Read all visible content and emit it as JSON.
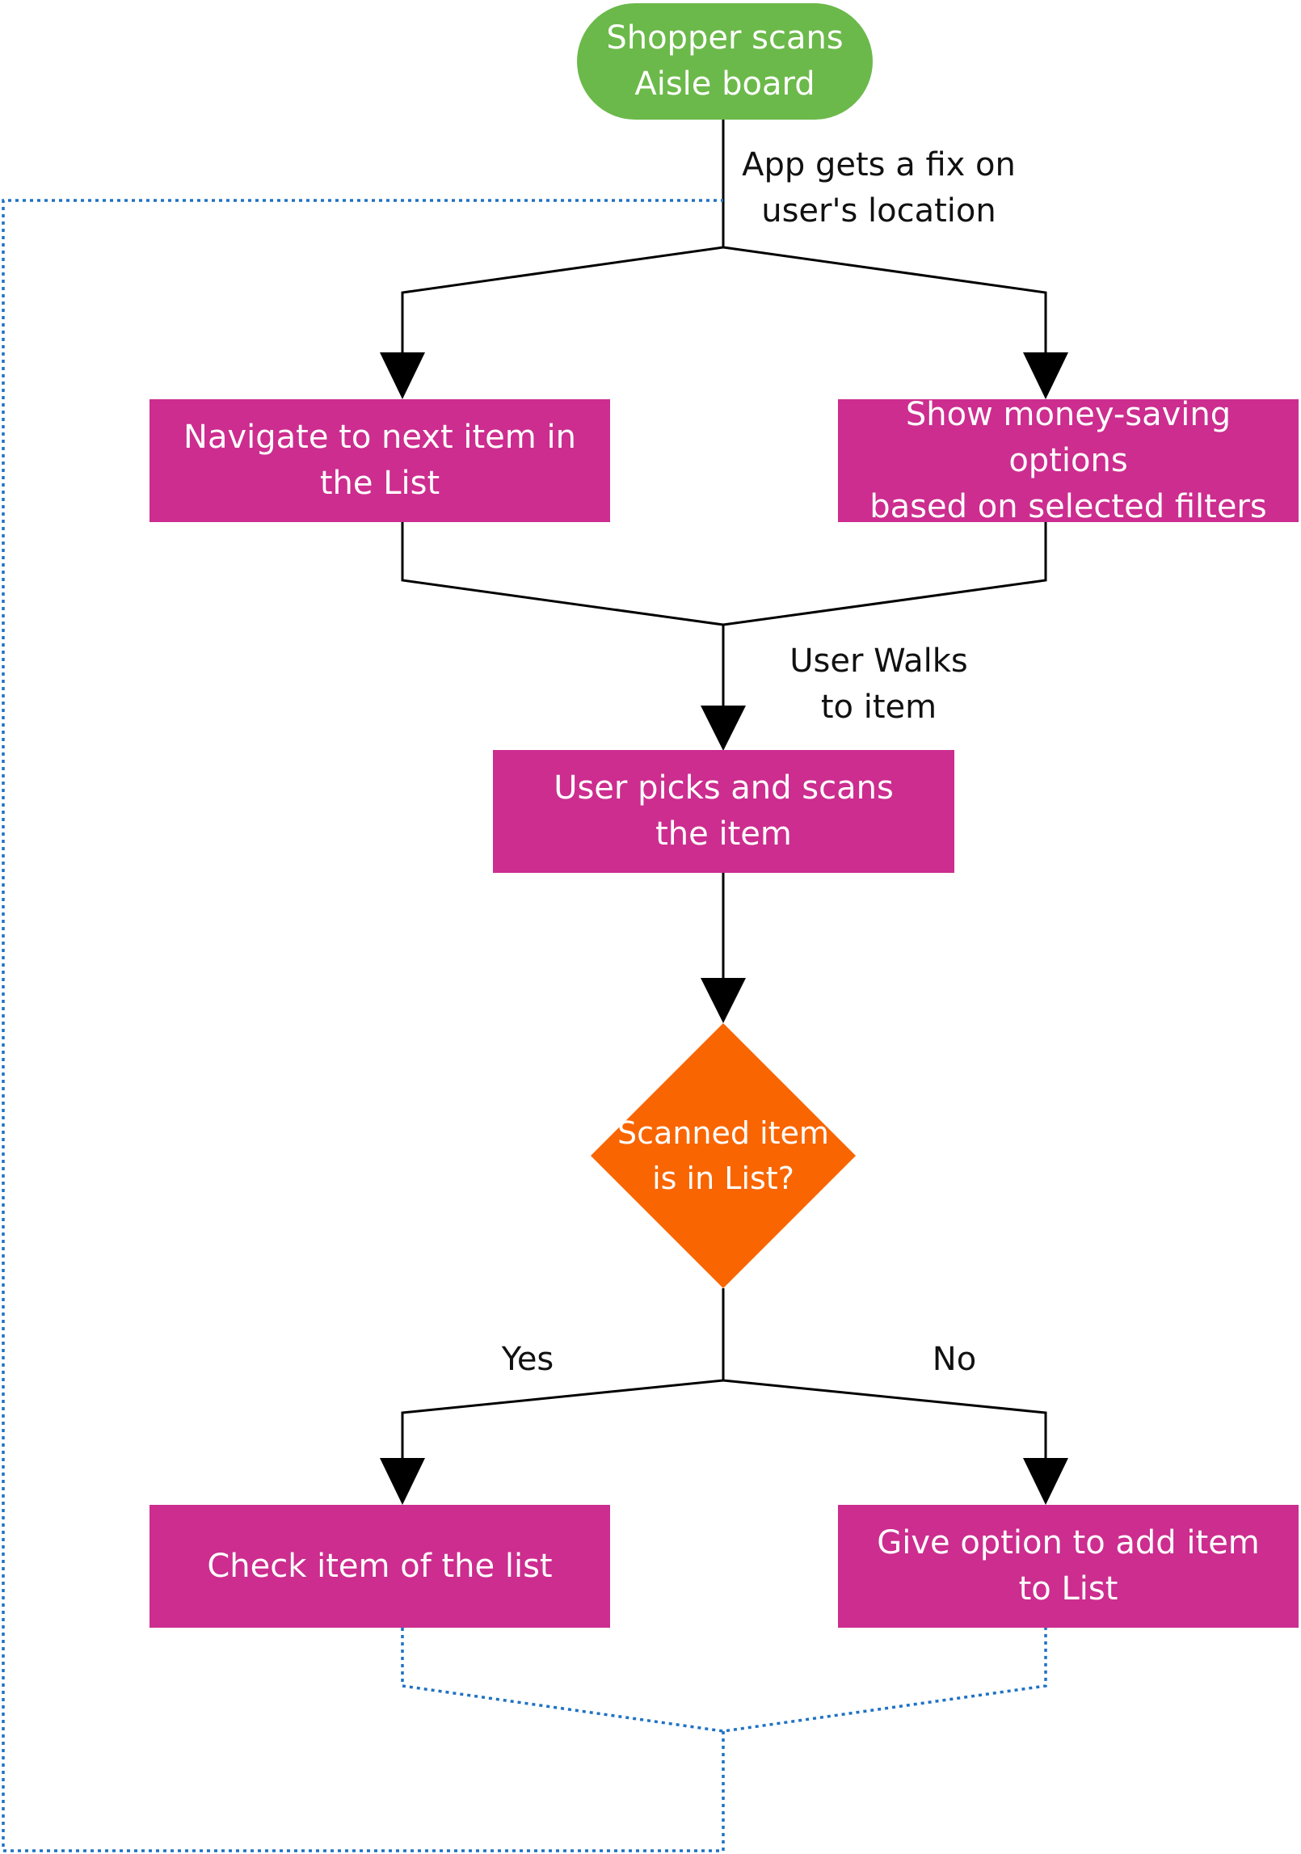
{
  "colors": {
    "terminal": "#6bb94a",
    "process": "#cc2d8f",
    "decision": "#f96500",
    "connector": "#000000",
    "loop_connector": "#1f72c4"
  },
  "nodes": {
    "start": "Shopper scans\nAisle board",
    "navigate": "Navigate to next item in\nthe List",
    "savings": "Show money-saving options\nbased on selected filters",
    "pick_scan": "User picks and scans\nthe item",
    "decision": "Scanned item\nis in List?",
    "check_item": "Check item of the list",
    "add_option": "Give option to add item\nto List"
  },
  "edge_labels": {
    "location_fix": "App gets a fix on\nuser's location",
    "walks": "User Walks\nto item",
    "yes": "Yes",
    "no": "No"
  }
}
